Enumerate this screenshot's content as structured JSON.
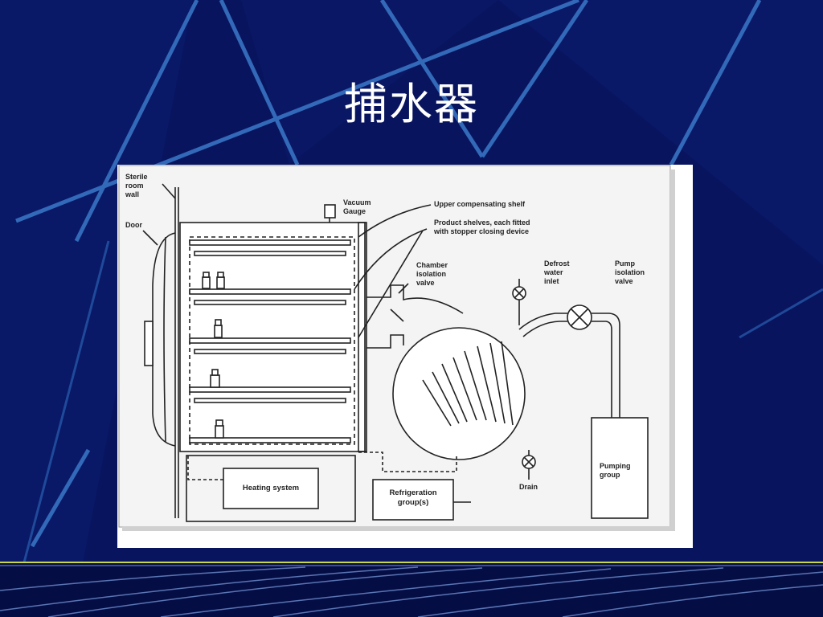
{
  "slide": {
    "title": "捕水器"
  },
  "diagram": {
    "labels": {
      "sterile_wall": [
        "Sterile",
        "room",
        "wall"
      ],
      "door": "Door",
      "vacuum_gauge": [
        "Vacuum",
        "Gauge"
      ],
      "upper_shelf": "Upper compensating shelf",
      "product_shelves": [
        "Product shelves, each fitted",
        "with stopper closing device"
      ],
      "chamber_valve": [
        "Chamber",
        "isolation",
        "valve"
      ],
      "defrost_inlet": [
        "Defrost",
        "water",
        "inlet"
      ],
      "pump_valve": [
        "Pump",
        "isolation",
        "valve"
      ],
      "heating_system": "Heating system",
      "refrigeration": [
        "Refrigeration",
        "group(s)"
      ],
      "drain": "Drain",
      "pumping_group": [
        "Pumping",
        "group"
      ]
    }
  },
  "colors": {
    "background": "#08145e",
    "accent_line": "#3a78c8",
    "footer_line": "#c8d84a"
  }
}
